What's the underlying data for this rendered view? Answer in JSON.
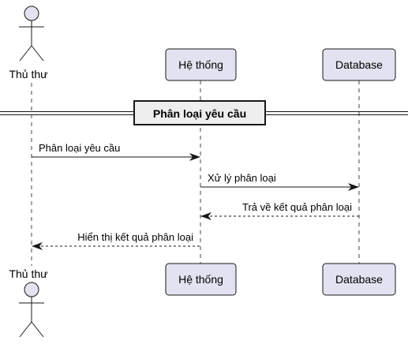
{
  "diagram": {
    "type": "sequence",
    "colors": {
      "participant_fill": "#E2E2F0",
      "participant_border": "#181818",
      "lifeline": "#181818",
      "arrow": "#181818",
      "separator_fill": "#EEEEEE",
      "background": "#FFFFFF"
    },
    "participants": {
      "actor_top": "Thủ thư",
      "actor_bottom": "Thủ thư",
      "system_top": "Hệ thống",
      "system_bottom": "Hệ thống",
      "database_top": "Database",
      "database_bottom": "Database"
    },
    "separator": "Phân loại yêu cầu",
    "messages": [
      {
        "from": "Thủ thư",
        "to": "Hệ thống",
        "label": "Phân loại yêu cầu",
        "style": "solid"
      },
      {
        "from": "Hệ thống",
        "to": "Database",
        "label": "Xử lý phân loại",
        "style": "solid"
      },
      {
        "from": "Database",
        "to": "Hệ thống",
        "label": "Trả về kết quả phân loại",
        "style": "dashed"
      },
      {
        "from": "Hệ thống",
        "to": "Thủ thư",
        "label": "Hiển thị kết quả phân loại",
        "style": "dashed"
      }
    ]
  }
}
